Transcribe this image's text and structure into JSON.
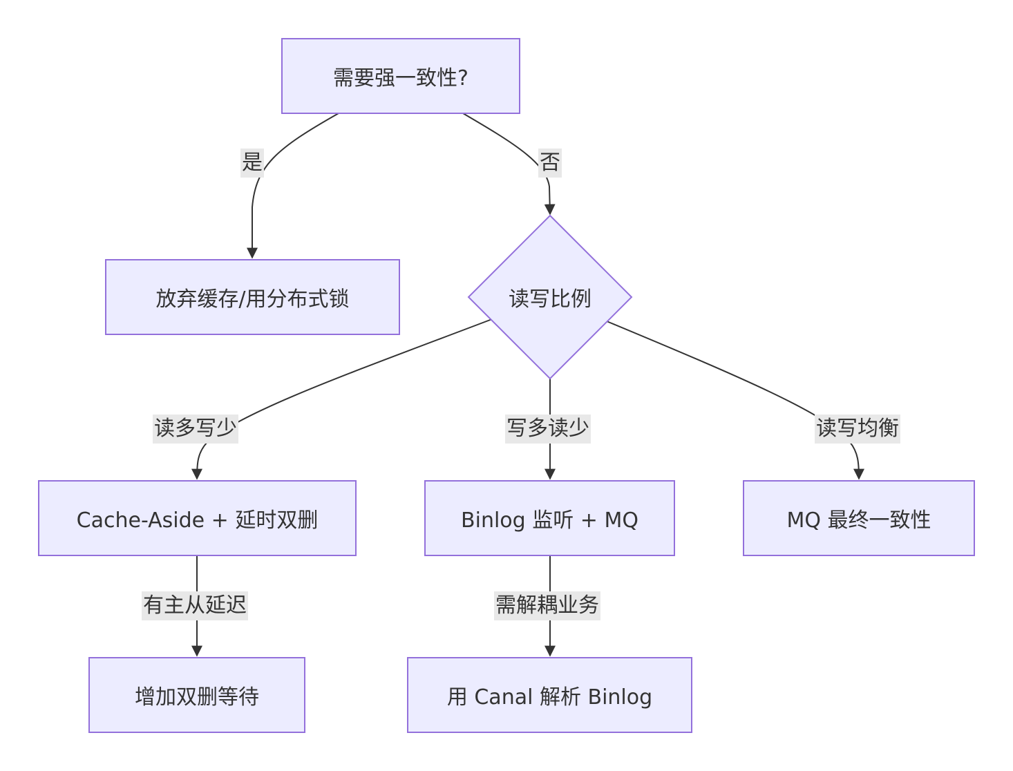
{
  "nodes": {
    "start": "需要强一致性?",
    "abandon": "放弃缓存/用分布式锁",
    "ratio": "读写比例",
    "cache_aside": "Cache-Aside + 延时双删",
    "binlog": "Binlog 监听 + MQ",
    "mq": "MQ 最终一致性",
    "wait": "增加双删等待",
    "canal": "用 Canal 解析 Binlog"
  },
  "edges": {
    "yes": "是",
    "no": "否",
    "read_heavy": "读多写少",
    "write_heavy": "写多读少",
    "balanced": "读写均衡",
    "replica_lag": "有主从延迟",
    "decouple": "需解耦业务"
  },
  "colors": {
    "node_fill": "#ECECFF",
    "node_border": "#9370DB",
    "edge": "#333333",
    "edge_label_bg": "#e8e8e8"
  }
}
